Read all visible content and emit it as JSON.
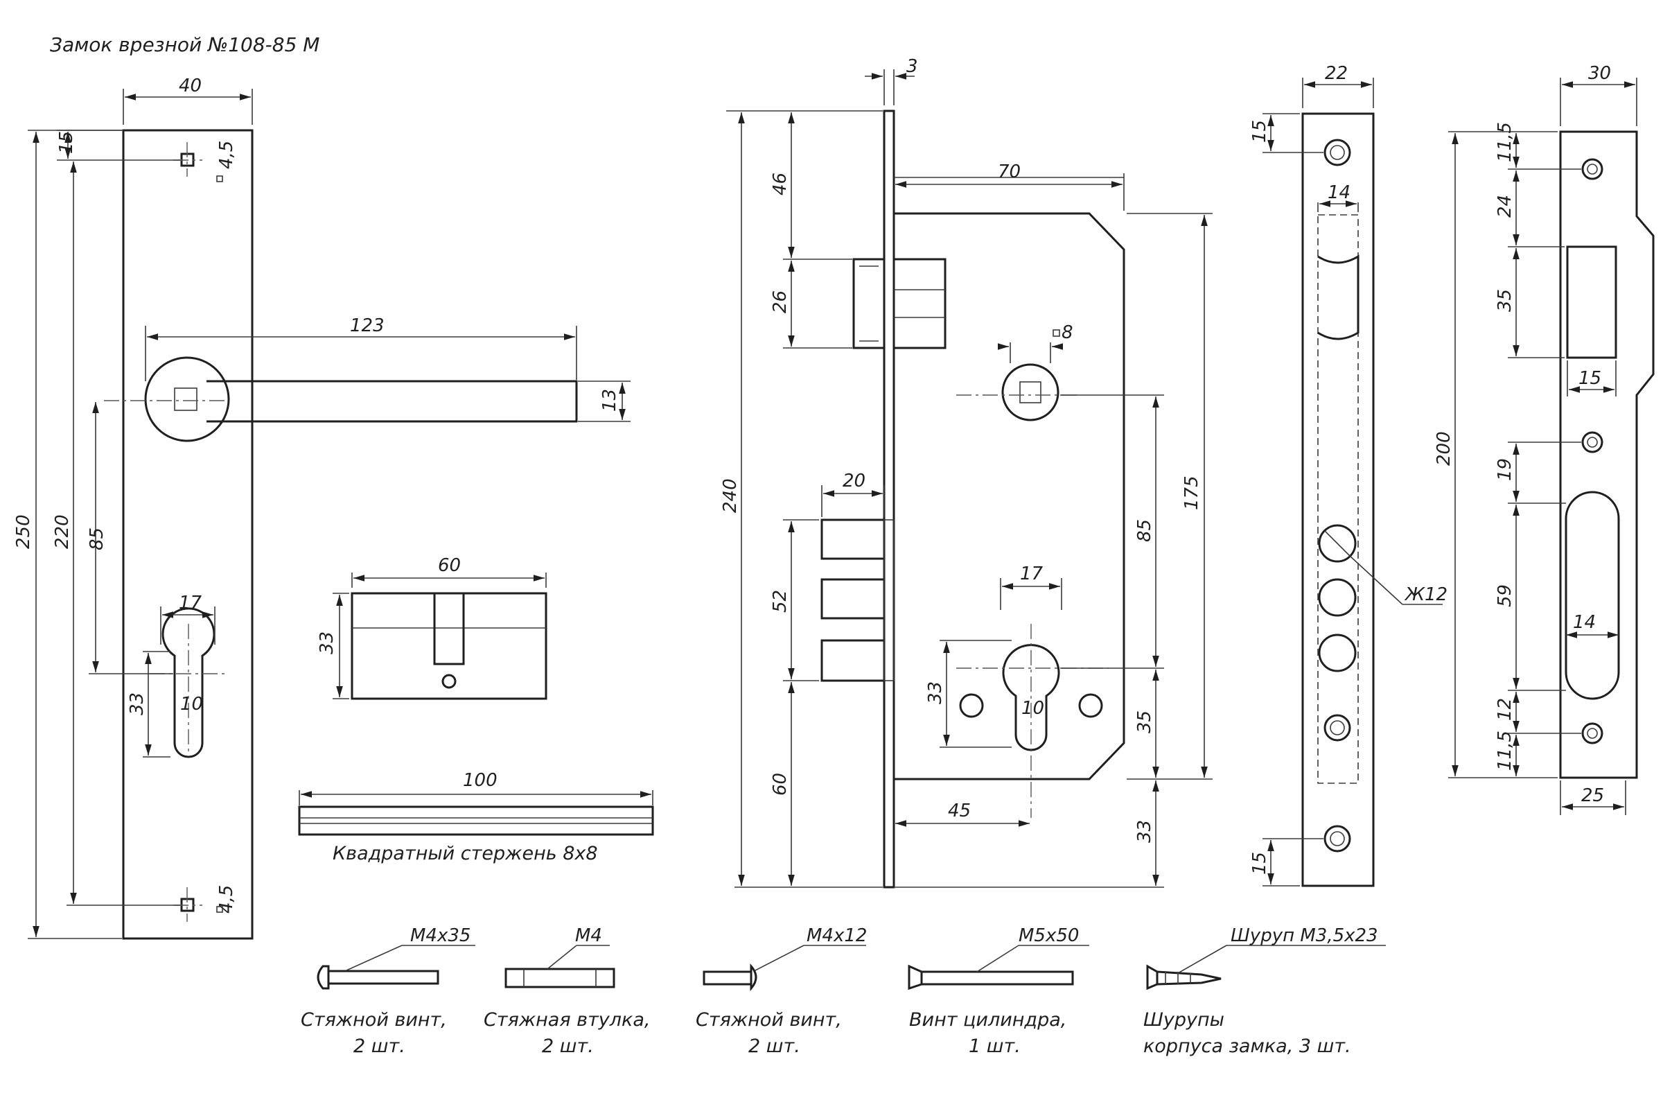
{
  "title": "Замок врезной №108-85 М",
  "dims": {
    "plate_w": "40",
    "top_15": "15",
    "hole_4_5": "4,5",
    "h_250": "250",
    "h_220": "220",
    "handle_len": "123",
    "handle_13": "13",
    "h_85": "85",
    "cyl_17": "17",
    "cyl_33": "33",
    "cyl_10": "10",
    "bot_4_5": "4,5",
    "cyl60": "60",
    "cyl_h33": "33",
    "rod_100": "100",
    "t3": "3",
    "b70": "70",
    "d46": "46",
    "d26": "26",
    "sq8": "8",
    "d240": "240",
    "d175": "175",
    "d20": "20",
    "d85": "85",
    "d52": "52",
    "d17": "17",
    "d33": "33",
    "d10": "10",
    "d35": "35",
    "d60": "60",
    "d45": "45",
    "d33b": "33",
    "f22": "22",
    "f15t": "15",
    "f14": "14",
    "f12": "Ж12",
    "f15b": "15",
    "s30": "30",
    "s11_5": "11,5",
    "s24": "24",
    "s35": "35",
    "s15": "15",
    "s200": "200",
    "s19": "19",
    "s59": "59",
    "s14": "14",
    "s12": "12",
    "s11_5b": "11,5",
    "s25": "25"
  },
  "rod_caption": "Квадратный стержень 8х8",
  "parts": [
    {
      "spec": "М4х35",
      "line1": "Стяжной винт,",
      "line2": "2 шт."
    },
    {
      "spec": "М4",
      "line1": "Стяжная втулка,",
      "line2": "2 шт."
    },
    {
      "spec": "М4х12",
      "line1": "Стяжной винт,",
      "line2": "2 шт."
    },
    {
      "spec": "М5х50",
      "line1": "Винт цилиндра,",
      "line2": "1 шт."
    },
    {
      "spec": "Шуруп М3,5х23",
      "line1": "Шурупы",
      "line2": "корпуса замка, 3 шт."
    }
  ]
}
